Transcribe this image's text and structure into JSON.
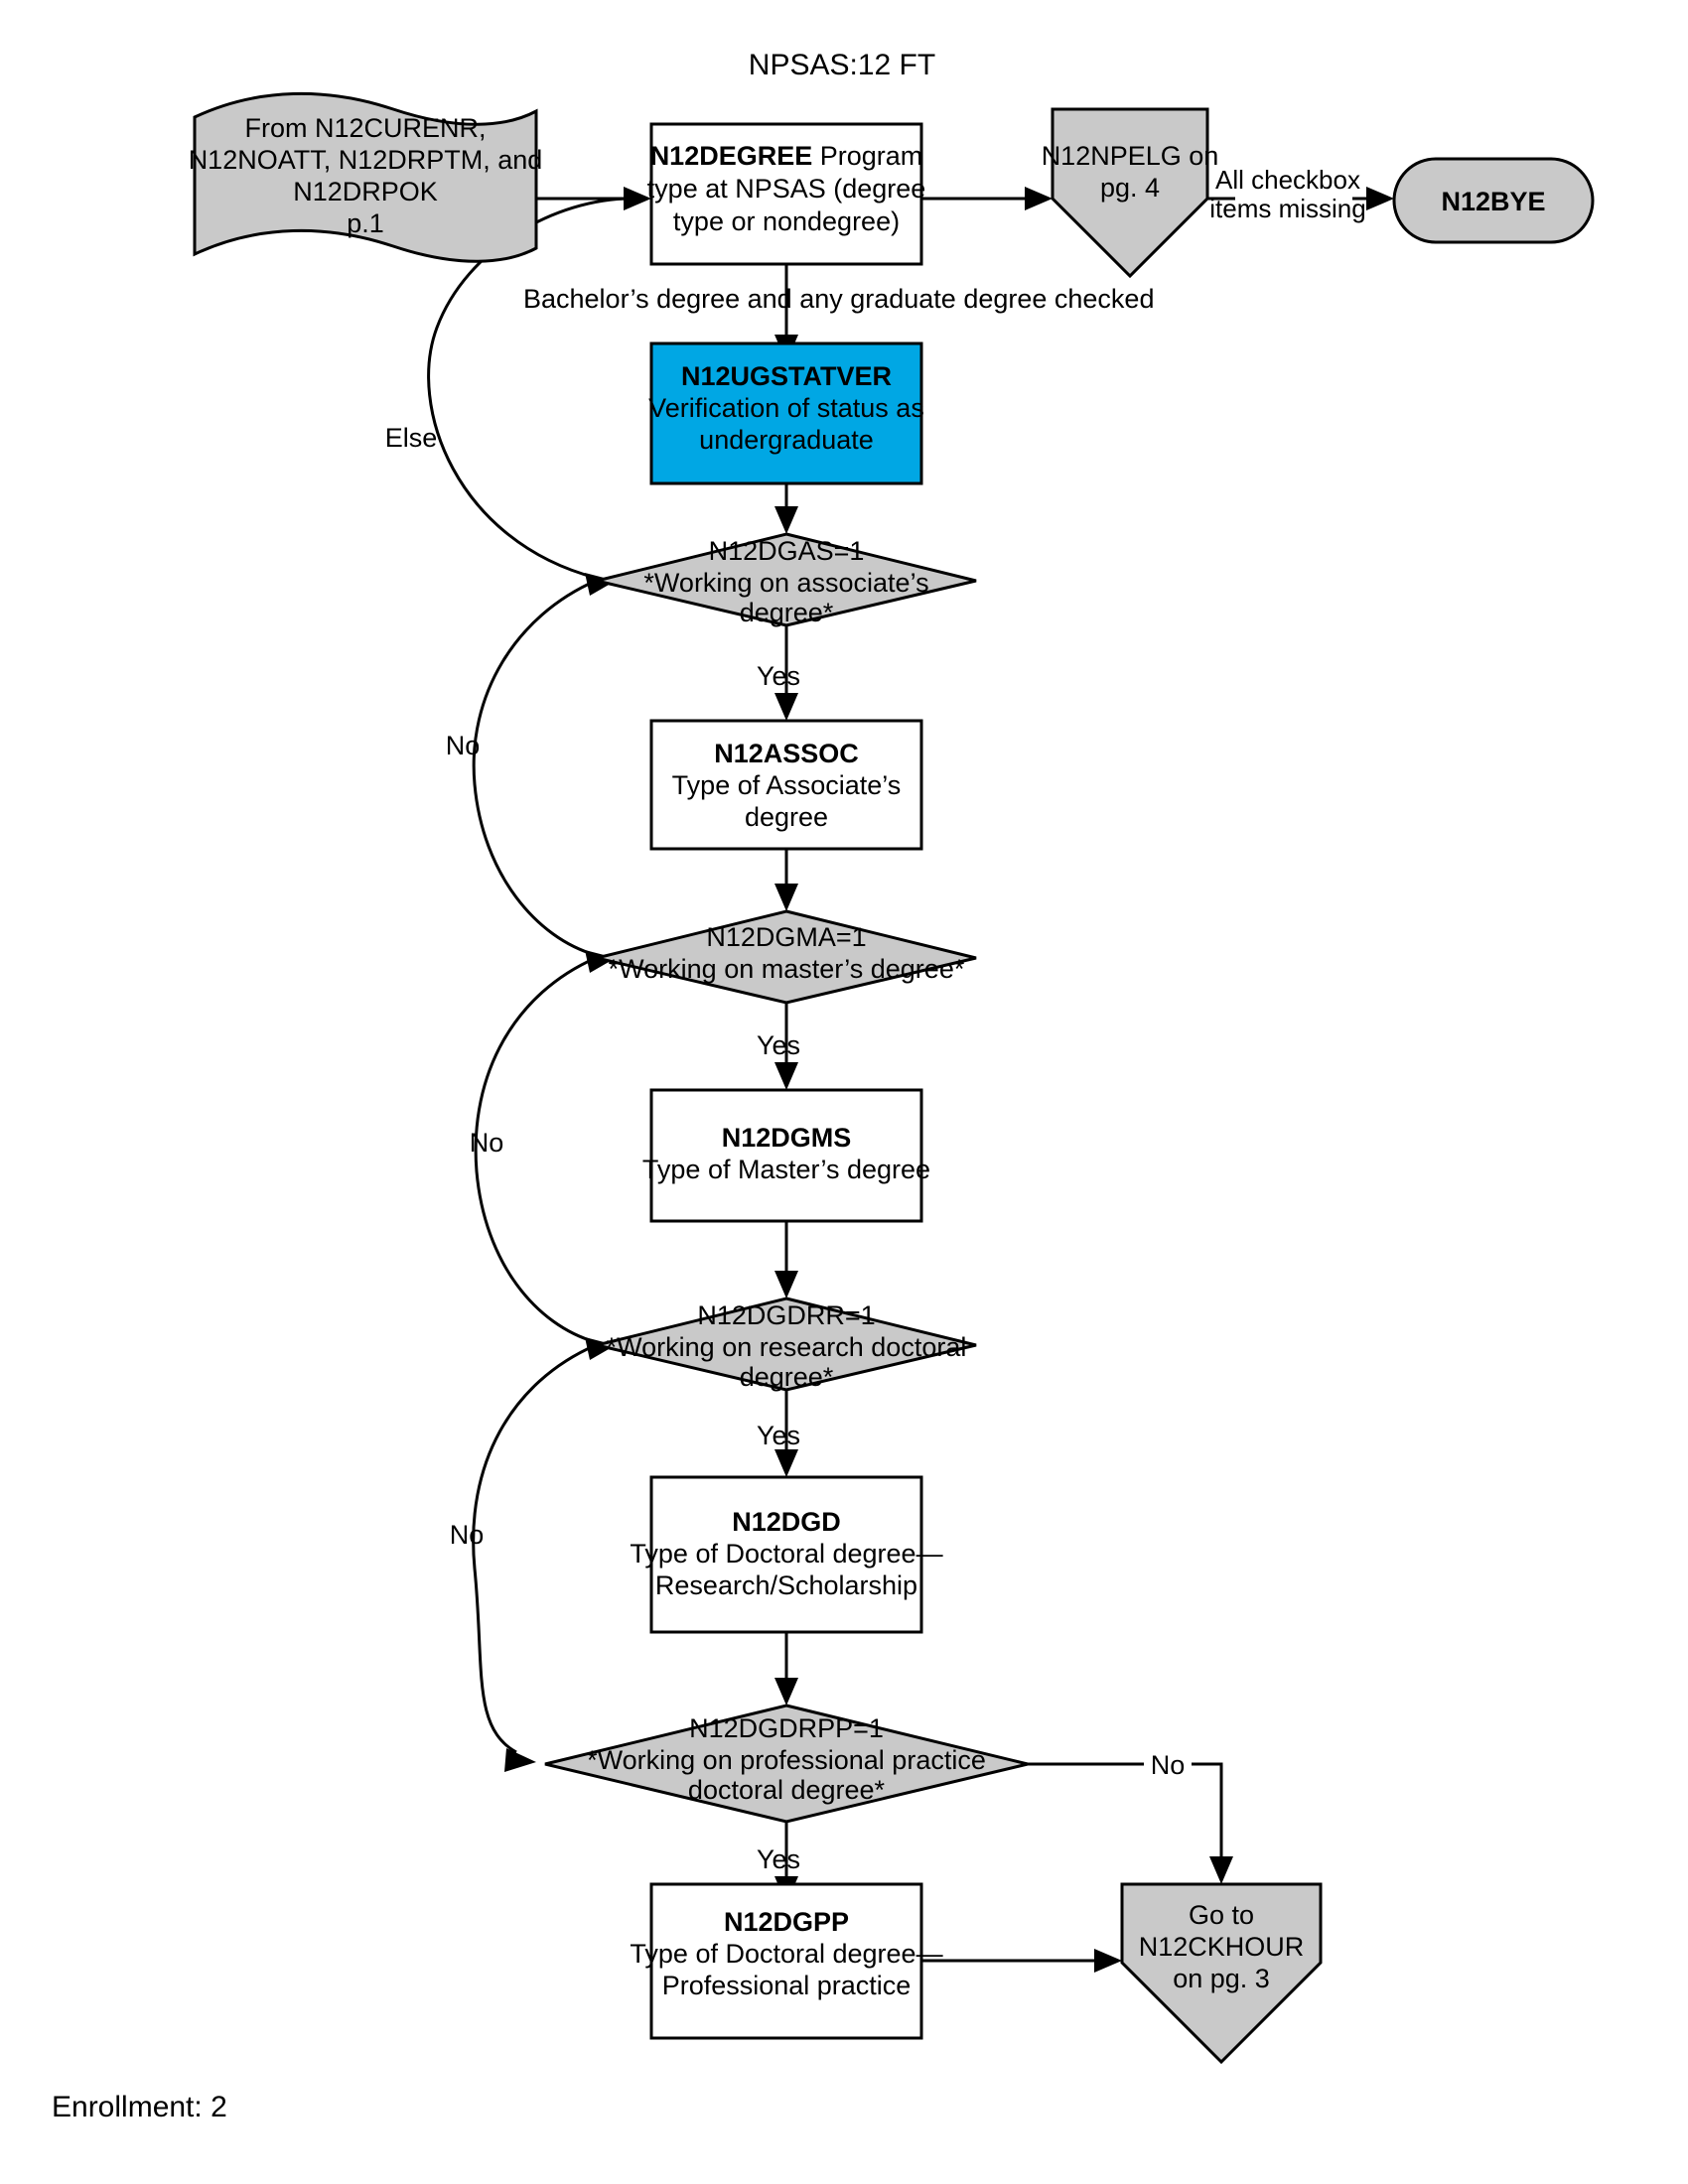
{
  "page": {
    "title": "NPSAS:12 FT",
    "footer": "Enrollment: 2",
    "colors": {
      "node_gray": "#c9c9c9",
      "node_blue": "#00a7e4",
      "node_white": "#ffffff",
      "stroke": "#000000"
    }
  },
  "nodes": {
    "source_flag": {
      "shape": "document-flag",
      "line1": "From N12CURENR,",
      "line2": "N12NOATT, N12DRPTM, and",
      "line3": "N12DRPOK",
      "line4": "p.1"
    },
    "n12degree": {
      "shape": "process",
      "name": "N12DEGREE",
      "line1": "Program",
      "line2": "type at NPSAS (degree",
      "line3": "type or nondegree)"
    },
    "n12npelg": {
      "shape": "offpage",
      "line1": "N12NPELG on",
      "line2": "pg. 4"
    },
    "n12bye": {
      "shape": "terminator",
      "name": "N12BYE"
    },
    "n12ugstatver": {
      "shape": "process-highlight",
      "name": "N12UGSTATVER",
      "line1": "Verification of status as",
      "line2": "undergraduate"
    },
    "n12dgas": {
      "shape": "decision",
      "line1": "N12DGAS=1",
      "line2": "*Working on associate’s",
      "line3": "degree*"
    },
    "n12assoc": {
      "shape": "process",
      "name": "N12ASSOC",
      "line1": "Type of Associate’s",
      "line2": "degree"
    },
    "n12dgma": {
      "shape": "decision",
      "line1": "N12DGMA=1",
      "line2": "*Working on master’s degree*"
    },
    "n12dgms": {
      "shape": "process",
      "name": "N12DGMS",
      "line1": "Type of Master’s degree"
    },
    "n12dgdrr": {
      "shape": "decision",
      "line1": "N12DGDRR=1",
      "line2": "*Working on research doctoral",
      "line3": "degree*"
    },
    "n12dgd": {
      "shape": "process",
      "name": "N12DGD",
      "line1": "Type of Doctoral degree—",
      "line2": "Research/Scholarship"
    },
    "n12dgdrpp": {
      "shape": "decision",
      "line1": "N12DGDRPP=1",
      "line2": "*Working on professional practice",
      "line3": "doctoral degree*"
    },
    "n12dgpp": {
      "shape": "process",
      "name": "N12DGPP",
      "line1": "Type of Doctoral degree—",
      "line2": "Professional practice"
    },
    "n12ckhour": {
      "shape": "offpage",
      "line1": "Go to",
      "line2": "N12CKHOUR",
      "line3": "on pg. 3"
    }
  },
  "edges": {
    "degree_to_ugstatver": "Bachelor’s degree and any graduate degree checked",
    "degree_else": "Else",
    "npelg_to_bye": {
      "line1": "All checkbox",
      "line2": "items missing"
    },
    "dgas_yes": "Yes",
    "dgas_no": "No",
    "dgma_yes": "Yes",
    "dgma_no": "No",
    "dgdrr_yes": "Yes",
    "dgdrr_no": "No",
    "dgdrpp_yes": "Yes",
    "dgdrpp_no": "No"
  }
}
